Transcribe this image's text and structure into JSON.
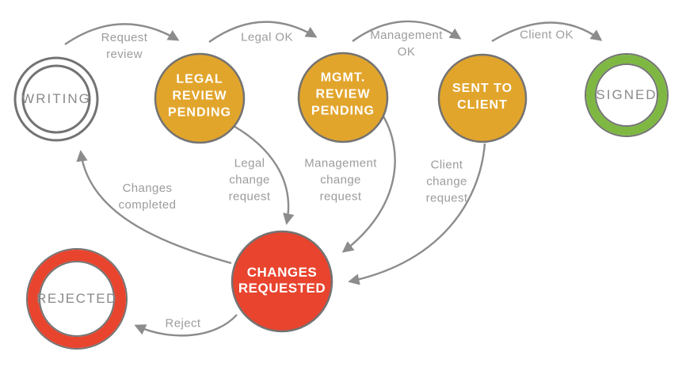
{
  "nodes": {
    "writing": {
      "label": "WRITING"
    },
    "legal": {
      "label": "LEGAL\nREVIEW\nPENDING"
    },
    "mgmt": {
      "label": "MGMT.\nREVIEW\nPENDING"
    },
    "sent": {
      "label": "SENT TO\nCLIENT"
    },
    "signed": {
      "label": "SIGNED"
    },
    "changes": {
      "label": "CHANGES\nREQUESTED"
    },
    "rejected": {
      "label": "REJECTED"
    }
  },
  "edges": {
    "request_review": {
      "label": "Request\nreview"
    },
    "legal_ok": {
      "label": "Legal OK"
    },
    "management_ok": {
      "label": "Management\nOK"
    },
    "client_ok": {
      "label": "Client OK"
    },
    "legal_change": {
      "label": "Legal\nchange\nrequest"
    },
    "management_change": {
      "label": "Management\nchange\nrequest"
    },
    "client_change": {
      "label": "Client\nchange\nrequest"
    },
    "changes_completed": {
      "label": "Changes\ncompleted"
    },
    "reject": {
      "label": "Reject"
    }
  },
  "colors": {
    "pending": "#E2A52C",
    "alert": "#E8442E",
    "success": "#7EB842",
    "line": "#8C8C8C",
    "outline": "#737373",
    "labelgray": "#9C9C9C",
    "nodetext": "#8A8A8A"
  }
}
